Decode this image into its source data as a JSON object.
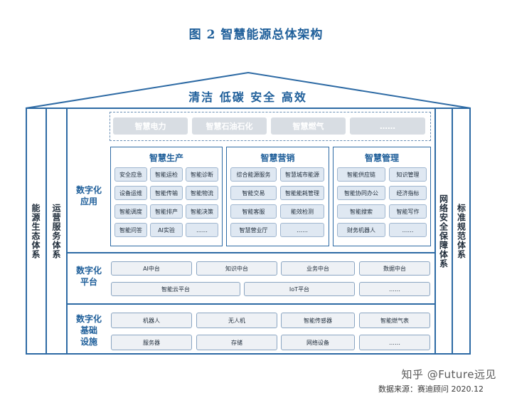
{
  "figure_title": "图 2  智慧能源总体架构",
  "slogan": "清洁  低碳  安全  高效",
  "pillars": {
    "left_outer": "能源生态体系",
    "left_inner": "运营服务体系",
    "right_inner": "网络安全保障体系",
    "right_outer": "标准规范体系"
  },
  "top_row": [
    "智慧电力",
    "智慧石油石化",
    "智慧燃气",
    "……"
  ],
  "layers": {
    "app": "数字化\n应用",
    "platform": "数字化\n平台",
    "infra": "数字化\n基础\n设施"
  },
  "groups": [
    {
      "title": "智慧生产",
      "items": [
        "安全应急",
        "智能运检",
        "智能诊断",
        "设备运维",
        "智能传输",
        "智能物流",
        "智能调度",
        "智能排产",
        "智能决策",
        "智能问答",
        "AI实验",
        "……"
      ]
    },
    {
      "title": "智慧营销",
      "items": [
        "综合能源服务",
        "智慧城市能源",
        "智能交易",
        "智能能耗管理",
        "智能客服",
        "能效检测",
        "智慧营业厅",
        "……"
      ]
    },
    {
      "title": "智慧管理",
      "items": [
        "智能供应链",
        "知识管理",
        "智能协同办公",
        "经济指标",
        "智能搜索",
        "智能写作",
        "财务机器人",
        "……"
      ]
    }
  ],
  "platform": {
    "row1": [
      "AI中台",
      "知识中台",
      "业务中台",
      "数据中台"
    ],
    "row2": [
      "智能云平台",
      "IoT平台",
      "……"
    ]
  },
  "infra": {
    "row1": [
      "机器人",
      "无人机",
      "智能传感器",
      "智能燃气表"
    ],
    "row2": [
      "服务器",
      "存储",
      "网络设备",
      "……"
    ]
  },
  "watermark": "知乎 @Future远见",
  "source": "数据来源：赛迪顾问  2020.12",
  "colors": {
    "frame": "#2d6aa4",
    "title": "#1f5f9a",
    "cell_fill": "#dfe8f2",
    "grey_item": "#d8dde3"
  }
}
